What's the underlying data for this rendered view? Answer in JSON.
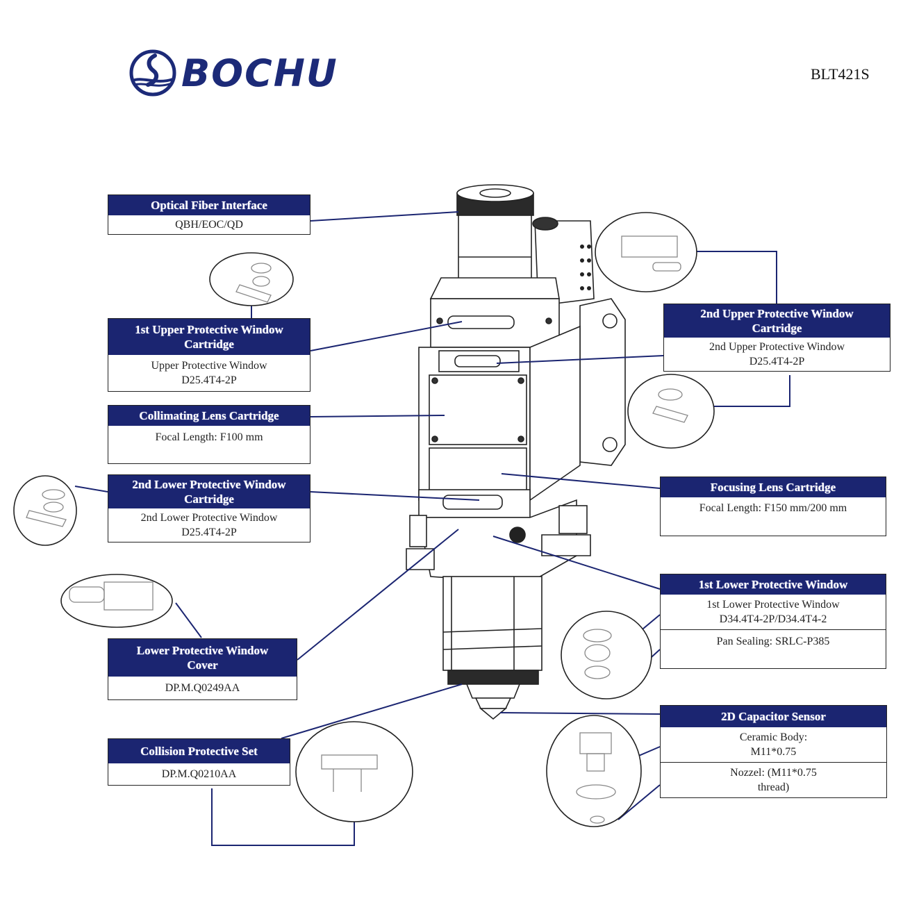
{
  "brand": {
    "name": "BOCHU",
    "model": "BLT421S",
    "color": "#1c2a78"
  },
  "header_color": "#1b2571",
  "callouts": [
    {
      "id": "optical-fiber-interface",
      "title": "Optical Fiber Interface",
      "rows": [
        "QBH/EOC/QD"
      ]
    },
    {
      "id": "first-upper-protective-window-cartridge",
      "title": "1st Upper Protective Window Cartridge",
      "rows": [
        "Upper Protective Window D25.4T4-2P"
      ]
    },
    {
      "id": "collimating-lens-cartridge",
      "title": "Collimating Lens Cartridge",
      "rows": [
        "Focal Length: F100 mm"
      ]
    },
    {
      "id": "second-lower-protective-window-cartridge",
      "title": "2nd Lower Protective Window Cartridge",
      "rows": [
        "2nd Lower Protective Window D25.4T4-2P"
      ]
    },
    {
      "id": "lower-protective-window-cover",
      "title": "Lower Protective Window Cover",
      "rows": [
        "DP.M.Q0249AA"
      ]
    },
    {
      "id": "collision-protective-set",
      "title": "Collision Protective Set",
      "rows": [
        "DP.M.Q0210AA"
      ]
    },
    {
      "id": "second-upper-protective-window-cartridge",
      "title": "2nd Upper Protective Window Cartridge",
      "rows": [
        "2nd Upper Protective Window D25.4T4-2P"
      ]
    },
    {
      "id": "focusing-lens-cartridge",
      "title": "Focusing Lens Cartridge",
      "rows": [
        "Focal Length: F150 mm/200 mm"
      ]
    },
    {
      "id": "first-lower-protective-window",
      "title": "1st Lower Protective Window",
      "rows": [
        "1st Lower Protective Window D34.4T4-2P/D34.4T4-2",
        "Pan Sealing: SRLC-P385"
      ]
    },
    {
      "id": "two-d-capacitor-sensor",
      "title": "2D Capacitor Sensor",
      "rows": [
        "Ceramic Body: M11*0.75",
        "Nozzel: (M11*0.75 thread)"
      ]
    }
  ]
}
